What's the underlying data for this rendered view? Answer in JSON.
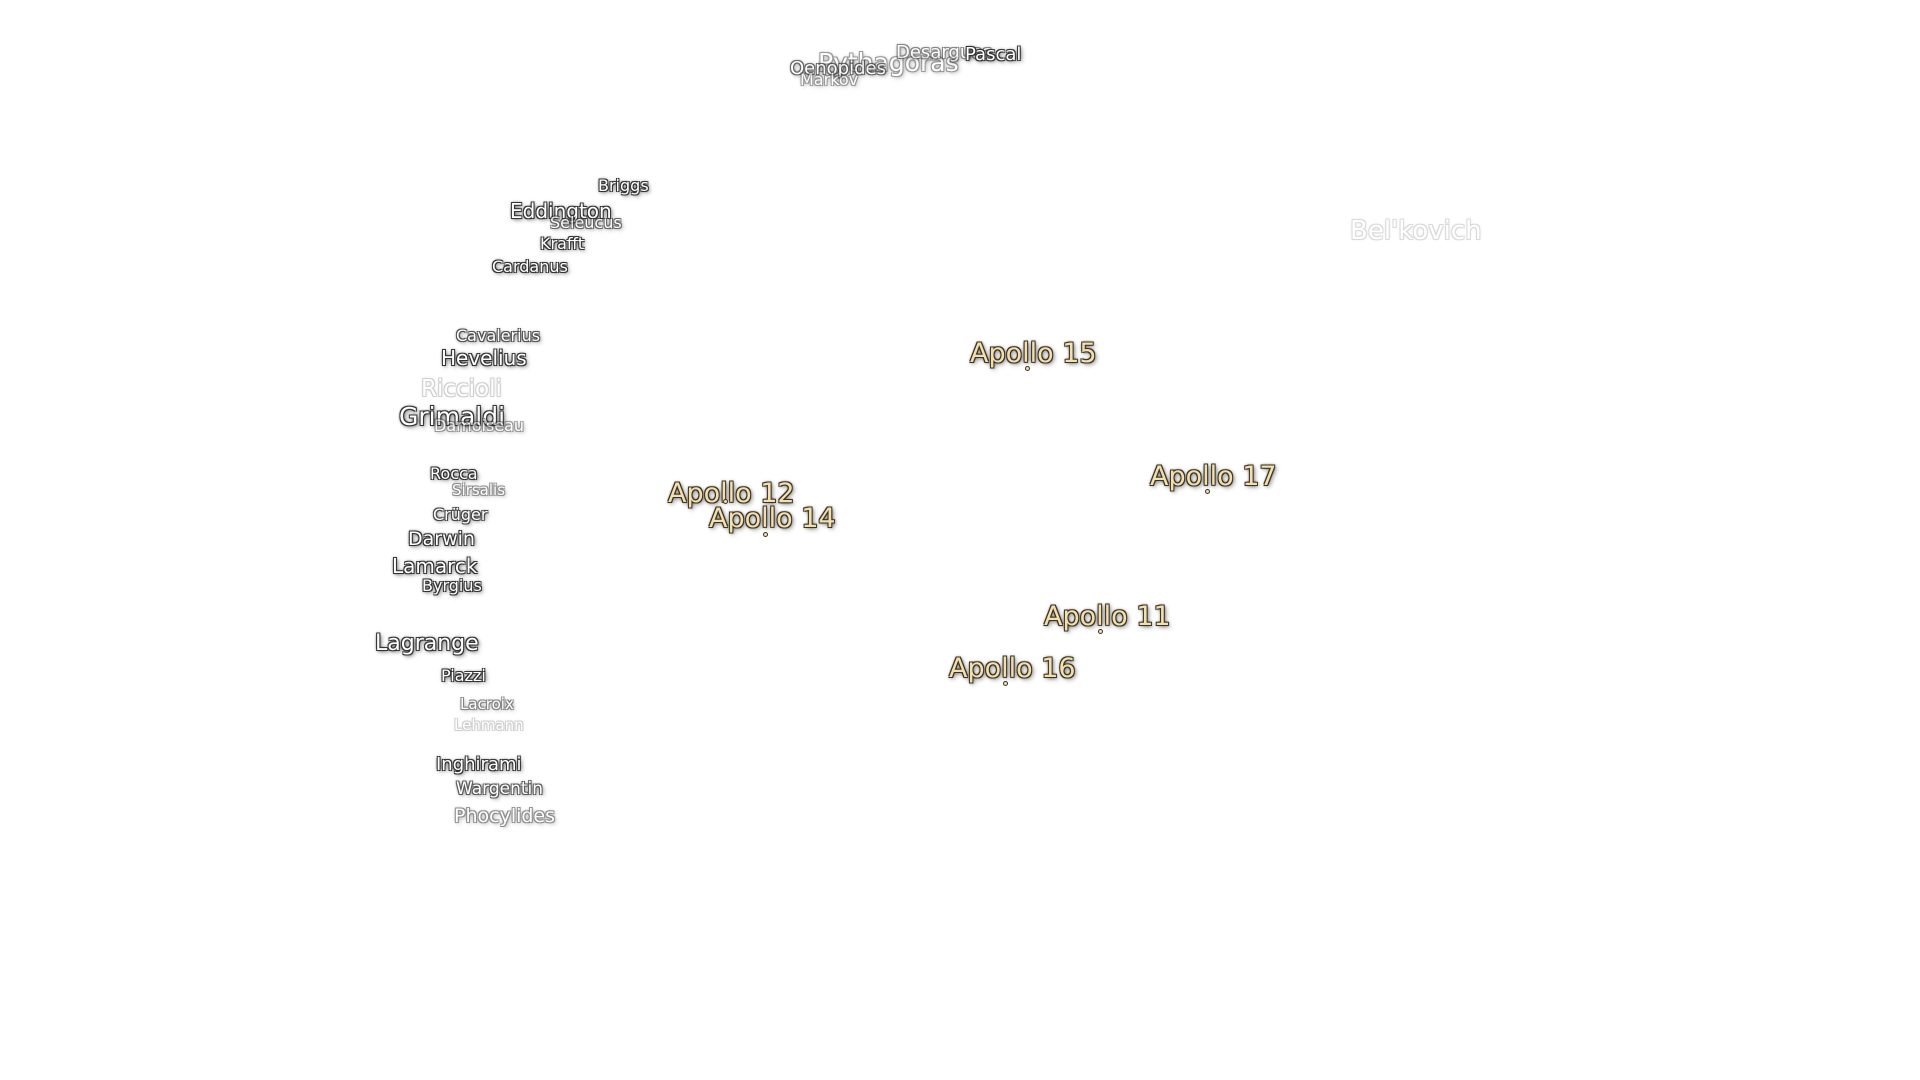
{
  "map": {
    "craters": [
      {
        "key": "pythagoras",
        "name": "Pythagoras"
      },
      {
        "key": "oenopides",
        "name": "Oenopides"
      },
      {
        "key": "markov",
        "name": "Markov"
      },
      {
        "key": "desargues",
        "name": "Desargues"
      },
      {
        "key": "pascal",
        "name": "Pascal"
      },
      {
        "key": "briggs",
        "name": "Briggs"
      },
      {
        "key": "eddington",
        "name": "Eddington"
      },
      {
        "key": "seleucus",
        "name": "Seleucus"
      },
      {
        "key": "krafft",
        "name": "Krafft"
      },
      {
        "key": "cardanus",
        "name": "Cardanus"
      },
      {
        "key": "belkovich",
        "name": "Bel'kovich"
      },
      {
        "key": "cavalerius",
        "name": "Cavalerius"
      },
      {
        "key": "hevelius",
        "name": "Hevelius"
      },
      {
        "key": "riccioli",
        "name": "Riccioli"
      },
      {
        "key": "grimaldi",
        "name": "Grimaldi"
      },
      {
        "key": "damoiseau",
        "name": "Damoiseau"
      },
      {
        "key": "rocca",
        "name": "Rocca"
      },
      {
        "key": "sirsalis",
        "name": "Sirsalis"
      },
      {
        "key": "cruger",
        "name": "Crüger"
      },
      {
        "key": "darwin",
        "name": "Darwin"
      },
      {
        "key": "lamarck",
        "name": "Lamarck"
      },
      {
        "key": "byrgius",
        "name": "Byrgius"
      },
      {
        "key": "lagrange",
        "name": "Lagrange"
      },
      {
        "key": "piazzi",
        "name": "Piazzi"
      },
      {
        "key": "lacroix",
        "name": "Lacroix"
      },
      {
        "key": "lehmann",
        "name": "Lehmann"
      },
      {
        "key": "inghirami",
        "name": "Inghirami"
      },
      {
        "key": "wargentin",
        "name": "Wargentin"
      },
      {
        "key": "phocylides",
        "name": "Phocylides"
      }
    ],
    "apollo_sites": [
      {
        "key": "apollo15",
        "name": "Apollo 15"
      },
      {
        "key": "apollo17",
        "name": "Apollo 17"
      },
      {
        "key": "apollo12",
        "name": "Apollo 12"
      },
      {
        "key": "apollo14",
        "name": "Apollo 14"
      },
      {
        "key": "apollo11",
        "name": "Apollo 11"
      },
      {
        "key": "apollo16",
        "name": "Apollo 16"
      }
    ],
    "colors": {
      "background": "#ffffff",
      "crater_label": "#ffffff",
      "apollo_label": "#f3dfae"
    }
  }
}
